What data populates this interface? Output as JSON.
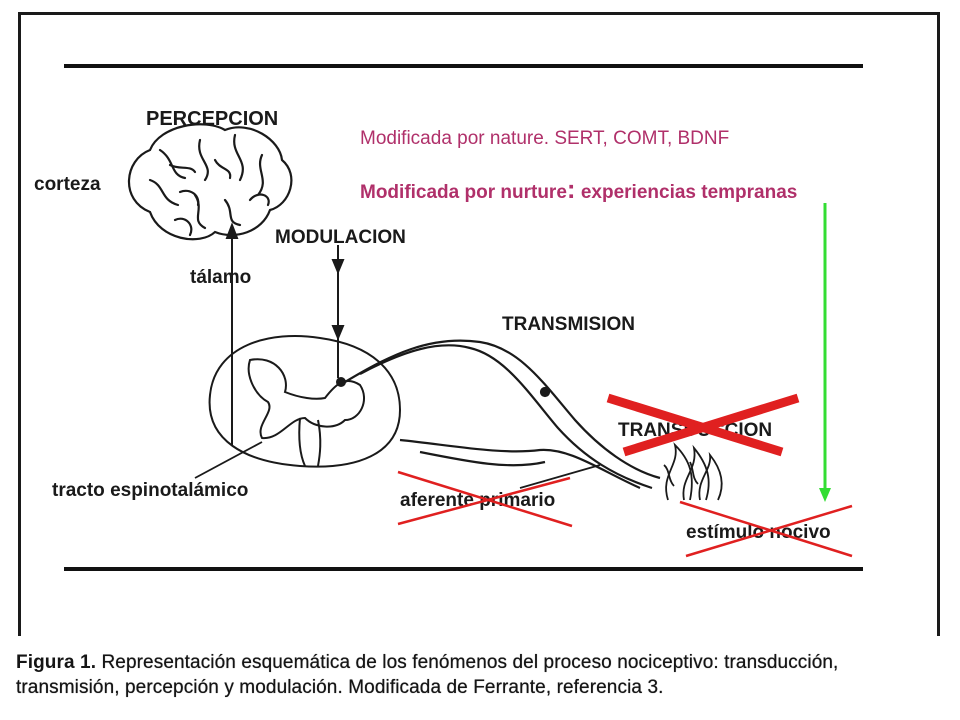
{
  "diagram": {
    "labels": {
      "percepcion": "PERCEPCION",
      "corteza": "corteza",
      "modulacion": "MODULACION",
      "talamo": "tálamo",
      "transmision": "TRANSMISION",
      "transduccion": "TRANSDUCCION",
      "tracto": "tracto espinotalámico",
      "aferente": "aferente primario",
      "estimulo": "estímulo nocivo"
    },
    "annotations": {
      "nature": "Modificada por nature. SERT, COMT, BDNF",
      "nurture_label": "Modificada por nurture",
      "nurture_colon": ":",
      "nurture_rest": " experiencias tempranas"
    },
    "caption": {
      "lead": "Figura 1.",
      "text": " Representación esquemática de los fenómenos del proceso nociceptivo: transducción, transmisión, percepción y modulación. Modificada de Ferrante, referencia 3."
    },
    "colors": {
      "annotation": "#b0306a",
      "cross_out": "#e02020",
      "arrow": "#33dd33",
      "ink": "#1a1a1a"
    }
  }
}
